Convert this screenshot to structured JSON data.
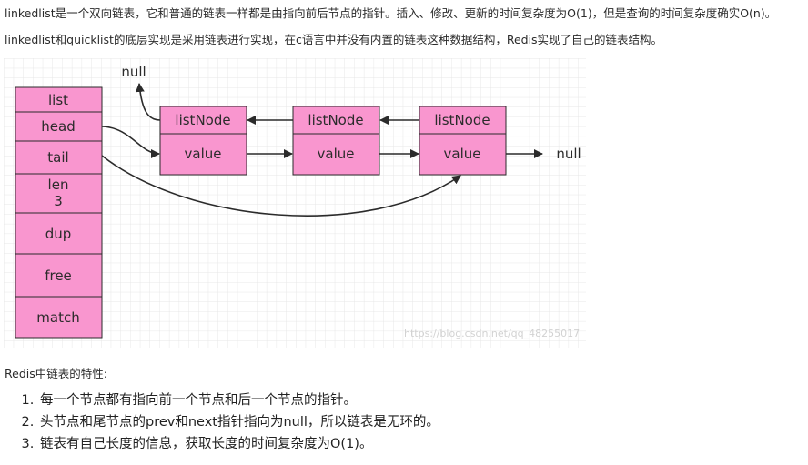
{
  "paragraphs": {
    "p1": "linkedlist是一个双向链表，它和普通的链表一样都是由指向前后节点的指针。插入、修改、更新的时间复杂度为O(1)，但是查询的时间复杂度确实O(n)。",
    "p2": "linkedlist和quicklist的底层实现是采用链表进行实现，在c语言中并没有内置的链表这种数据结构，Redis实现了自己的链表结构。"
  },
  "figure": {
    "list_struct": [
      "list",
      "head",
      "tail",
      "len",
      "3",
      "dup",
      "free",
      "match"
    ],
    "nodes": [
      {
        "title": "listNode",
        "value": "value"
      },
      {
        "title": "listNode",
        "value": "value"
      },
      {
        "title": "listNode",
        "value": "value"
      }
    ],
    "null_top": "null",
    "null_right": "null",
    "watermark": "https://blog.csdn.net/qq_48255017",
    "colors": {
      "fill": "#f996cf",
      "stroke": "#2b2b2b",
      "grid": "#e6e6e6"
    }
  },
  "traits": {
    "title": "Redis中链表的特性:",
    "items": [
      "每一个节点都有指向前一个节点和后一个节点的指针。",
      "头节点和尾节点的prev和next指针指向为null，所以链表是无环的。",
      "链表有自己长度的信息，获取长度的时间复杂度为O(1)。"
    ]
  }
}
